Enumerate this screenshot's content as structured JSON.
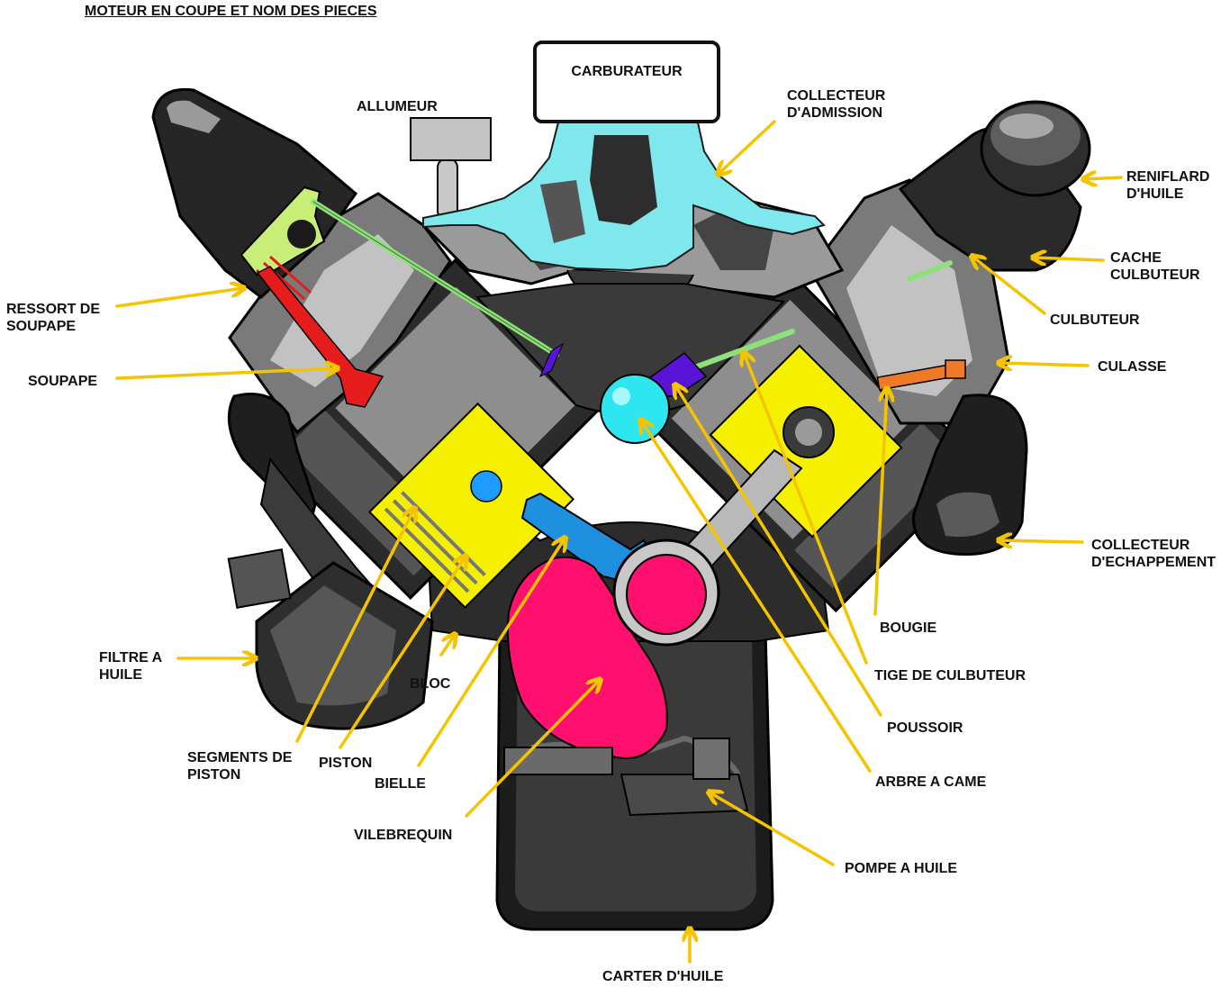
{
  "title": "MOTEUR EN COUPE ET NOM DES PIECES",
  "colors": {
    "arrow": "#f5c400",
    "engine_dark": "#2a2a2a",
    "engine_mid": "#8a8a8a",
    "engine_light": "#c4c4c4",
    "intake": "#7ee8ec",
    "spring_head": "#c8ee78",
    "valve": "#e61b1b",
    "pushrod": "#8ee07a",
    "piston": "#f5f000",
    "piston_pin": "#1e9bff",
    "connecting_rod": "#1f8fe0",
    "crankshaft": "#ff0f6e",
    "camshaft": "#2ee6f0",
    "lifter": "#5a14d8",
    "spark_plug": "#ee7a28"
  },
  "labels": {
    "carburateur": "CARBURATEUR",
    "allumeur": "ALLUMEUR",
    "collecteur_admission": "COLLECTEUR\nD'ADMISSION",
    "reniflard": "RENIFLARD\nD'HUILE",
    "cache_culbuteur": "CACHE\nCULBUTEUR",
    "culbuteur": "CULBUTEUR",
    "culasse": "CULASSE",
    "collecteur_echappement": "COLLECTEUR\nD'ECHAPPEMENT",
    "bougie": "BOUGIE",
    "tige_culbuteur": "TIGE DE CULBUTEUR",
    "poussoir": "POUSSOIR",
    "arbre_a_came": "ARBRE A CAME",
    "pompe_a_huile": "POMPE A HUILE",
    "carter_huile": "CARTER D'HUILE",
    "vilebrequin": "VILEBREQUIN",
    "bielle": "BIELLE",
    "piston": "PISTON",
    "segments_piston": "SEGMENTS DE\nPISTON",
    "bloc": "BLOC",
    "filtre_huile": "FILTRE A\nHUILE",
    "soupape": "SOUPAPE",
    "ressort_soupape": "RESSORT DE\nSOUPAPE"
  }
}
